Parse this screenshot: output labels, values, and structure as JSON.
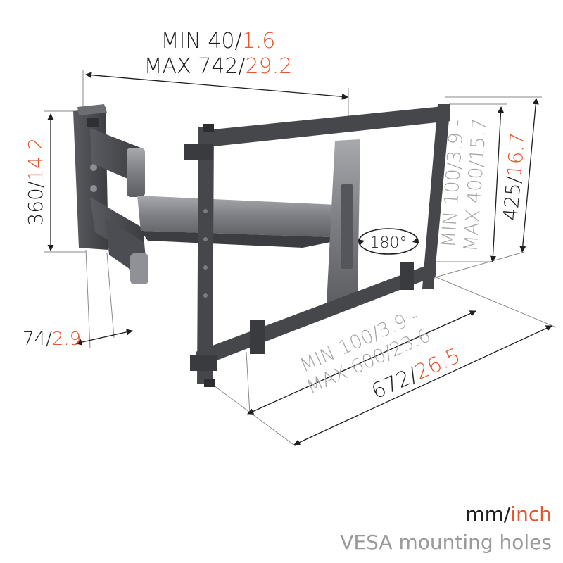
{
  "dimensions": {
    "arm_width": {
      "line1_dark": "MIN 40/",
      "line1_orange": "1.6",
      "line2_dark": "MAX 742/",
      "line2_orange": "29.2"
    },
    "wall_plate_height": {
      "dark": "360/",
      "orange": "14.2"
    },
    "wall_plate_depth": {
      "dark": "74/",
      "orange": "2.9"
    },
    "vesa_vertical": {
      "line1": "MIN 100/3.9 -",
      "line2": "MAX 400/15.7"
    },
    "frame_height": {
      "dark": "425/",
      "orange": "16.7"
    },
    "vesa_horizontal": {
      "line1": "MIN 100/3.9 -",
      "line2": "MAX 600/23.6"
    },
    "frame_width": {
      "dark": "672/",
      "orange": "26.5"
    },
    "rotation": "180°"
  },
  "legend": {
    "units_dark": "mm/",
    "units_orange": "inch",
    "vesa_label": "VESA mounting holes"
  },
  "colors": {
    "accent": "#e8552a",
    "text_dark": "#1e1e1e",
    "text_gray": "#a6a6a6",
    "metal_dark": "#4a4b4f",
    "metal_light": "#8d8f94"
  }
}
